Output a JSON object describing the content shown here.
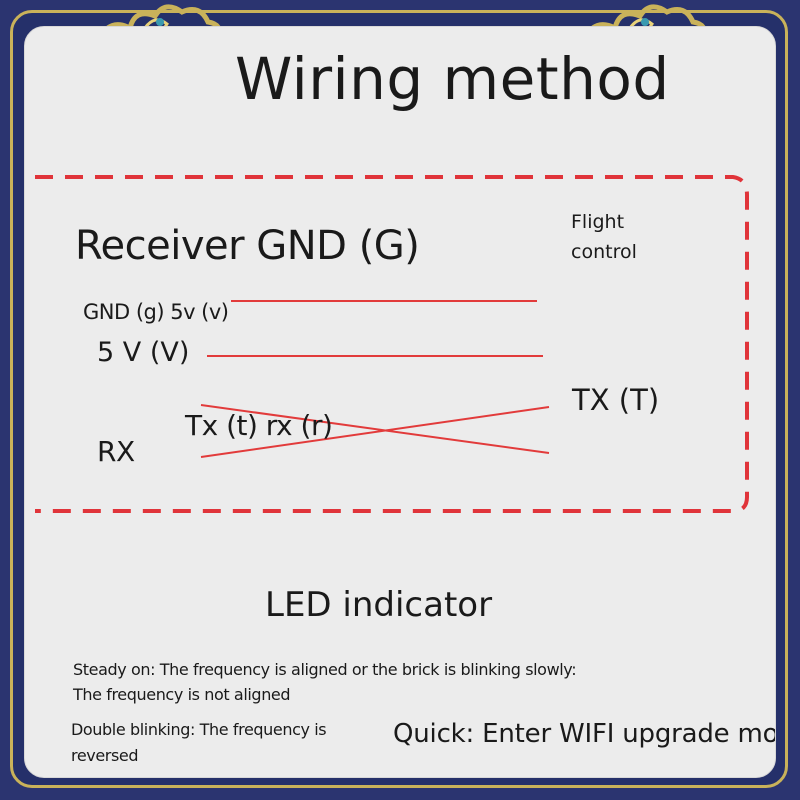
{
  "diagram": {
    "title": "Wiring method",
    "receiver_label": "Receiver GND (G)",
    "flight_control_label": "Flight control",
    "gnd_5v_label": "GND (g) 5v (v)",
    "five_v_label": "5 V (V)",
    "tx_rx_label": "Tx (t) rx (r)",
    "rx_label": "RX",
    "tx_label": "TX (T)",
    "wire_color": "#e23b3b",
    "border_color": "#e0343a"
  },
  "led": {
    "title": "LED indicator",
    "steady_line1": "Steady on: The frequency is aligned or the brick is blinking slowly:",
    "steady_line2": "The frequency is not aligned",
    "double_blinking": "Double blinking: The frequency is reversed",
    "quick": "Quick: Enter WIFI upgrade mod"
  },
  "frame": {
    "background": "#2b3470",
    "gold": "#c9b25a",
    "panel": "#ececec"
  }
}
